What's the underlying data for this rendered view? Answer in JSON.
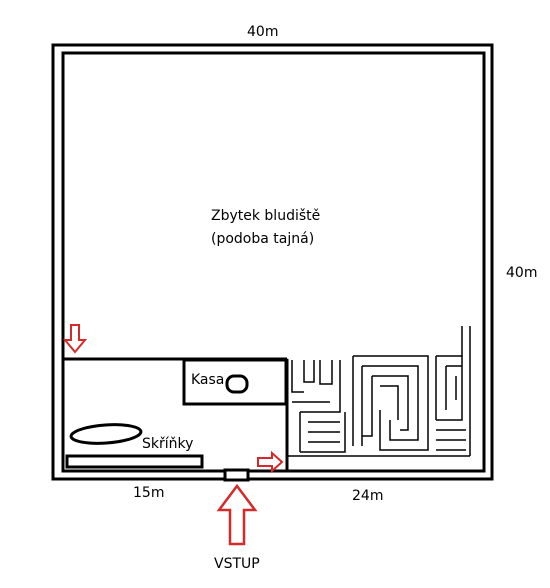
{
  "dimensions": {
    "top_width": "40m",
    "right_height": "40m",
    "bottom_left": "15m",
    "bottom_right": "24m"
  },
  "main_area": {
    "line1": "Zbytek bludiště",
    "line2": "(podoba tajná)"
  },
  "rooms": {
    "safe_label": "Kasa",
    "lockers_label": "Skříňky"
  },
  "entrance": {
    "label": "VSTUP"
  },
  "colors": {
    "walls": "#000000",
    "arrows": "#d42a2a",
    "background": "#ffffff"
  },
  "icons": [
    "arrow-down-icon",
    "arrow-right-icon",
    "arrow-up-icon",
    "safe-icon"
  ]
}
